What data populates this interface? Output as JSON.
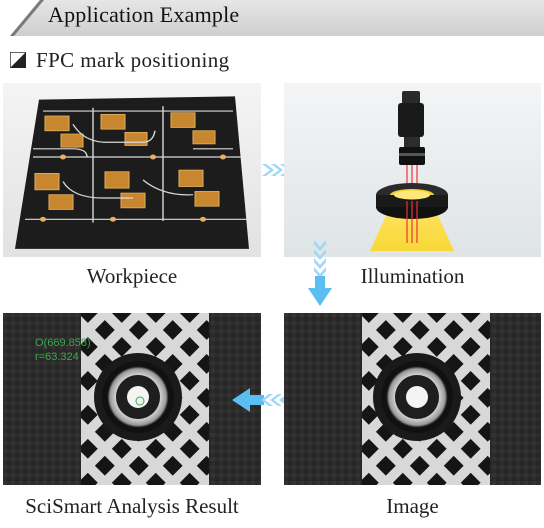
{
  "header": {
    "title": "Application Example"
  },
  "section": {
    "title": "FPC mark positioning"
  },
  "panels": {
    "workpiece": {
      "caption": "Workpiece"
    },
    "illumination": {
      "caption": "Illumination"
    },
    "image": {
      "caption": "Image"
    },
    "result": {
      "caption": "SciSmart Analysis Result",
      "overlay_line1": "O(669.858)",
      "overlay_line2": "r=63.324"
    }
  },
  "colors": {
    "header_bg": "#dcdcdc",
    "arrow": "#5bbef0",
    "overlay_text": "#3aa84a"
  }
}
